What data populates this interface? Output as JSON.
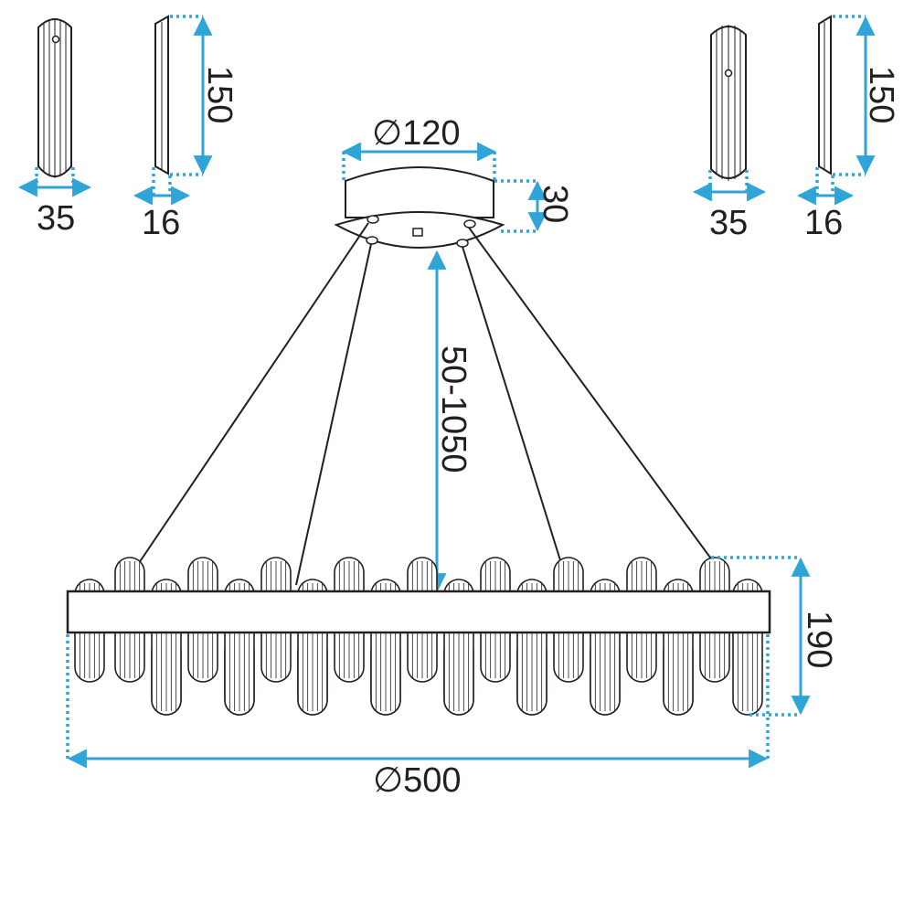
{
  "colors": {
    "line": "#231f20",
    "dimension": "#2fa4d6",
    "background": "#ffffff"
  },
  "icons": [
    "arrow-head-icon",
    "diameter-symbol-icon"
  ],
  "dimensions": {
    "crystal_left_width": "35",
    "crystal_left_thickness": "16",
    "crystal_left_height": "150",
    "crystal_right_width": "35",
    "crystal_right_thickness": "16",
    "crystal_right_height": "150",
    "canopy_diameter": "∅120",
    "canopy_height": "30",
    "cable_length": "50-1050",
    "lamp_height": "190",
    "lamp_diameter": "∅500"
  }
}
